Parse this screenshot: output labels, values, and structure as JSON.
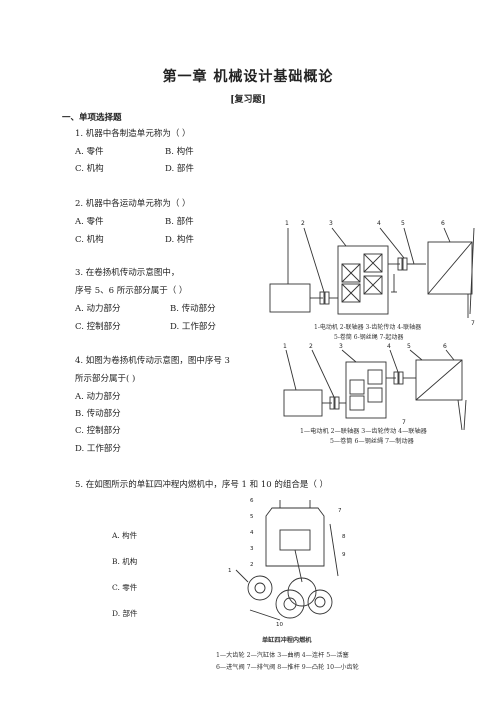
{
  "title": "第一章    机械设计基础概论",
  "subtitle": "[复习题]",
  "section": "一、单项选择题",
  "q1": {
    "stem": "1. 机器中各制造单元称为（         ）",
    "a": "A. 零件",
    "b": "B. 构件",
    "c": "C. 机构",
    "d": "D. 部件"
  },
  "q2": {
    "stem": "2. 机器中各运动单元称为（         ）",
    "a": "A. 零件",
    "b": "B. 部件",
    "c": "C. 机构",
    "d": "D. 构件"
  },
  "q3": {
    "stem1": "3. 在卷扬机传动示意图中，",
    "stem2": "序号 5、6 所示部分属于（         ）",
    "a": "A. 动力部分",
    "b": "B. 传动部分",
    "c": "C. 控制部分",
    "d": "D. 工作部分"
  },
  "q4": {
    "stem1": "4. 如图为卷扬机传动示意图，图中序号 3",
    "stem2": "所示部分属于(         )",
    "a": "A. 动力部分",
    "b": "B. 传动部分",
    "c": "C. 控制部分",
    "d": "D. 工作部分"
  },
  "q5": {
    "stem": "5. 在如图所示的单缸四冲程内燃机中，序号 1 和 10 的组合是（         ）",
    "a": "A. 构件",
    "b": "B. 机构",
    "c": "C. 零件",
    "d": "D. 部件"
  },
  "fig1": {
    "nums": [
      "1",
      "2",
      "3",
      "4",
      "5",
      "6",
      "7"
    ],
    "legend1": "1-电动机  2-联轴器  3-齿轮传动  4-联轴器",
    "legend2": "5-卷筒  6-钢丝绳  7-起动器"
  },
  "fig2": {
    "nums": [
      "1",
      "2",
      "3",
      "4",
      "5",
      "6",
      "7"
    ],
    "legend1": "1—电动机  2—联轴器  3—齿轮传动  4—联轴器",
    "legend2": "5—卷筒  6—钢丝绳  7—制动器"
  },
  "fig3": {
    "nums": [
      "1",
      "2",
      "3",
      "4",
      "5",
      "6",
      "7",
      "8",
      "9",
      "10"
    ],
    "caption": "单缸四冲程内燃机",
    "legend1": "1—大齿轮  2—汽缸体  3—曲柄  4—连杆  5—活塞",
    "legend2": "6—进气阀  7—排气阀  8—推杆  9—凸轮  10—小齿轮"
  }
}
